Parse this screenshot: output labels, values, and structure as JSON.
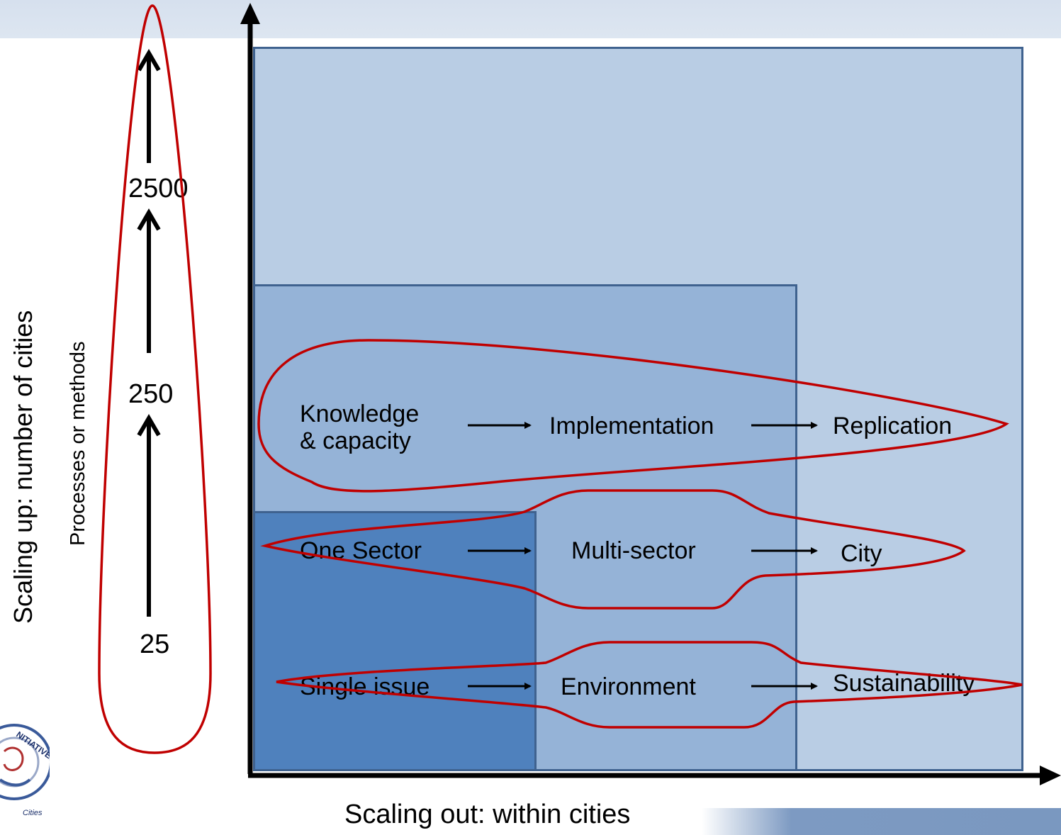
{
  "axes": {
    "y_label": "Scaling up: number of cities",
    "y_sublabel": "Processes or methods",
    "x_label": "Scaling out: within cities"
  },
  "scale_numbers": [
    "25",
    "250",
    "2500"
  ],
  "rows": [
    {
      "items": [
        "Knowledge\n& capacity",
        "Implementation",
        "Replication"
      ]
    },
    {
      "items": [
        "One Sector",
        "Multi-sector",
        "City"
      ]
    },
    {
      "items": [
        "Single issue",
        "Environment",
        "Sustainability"
      ]
    }
  ],
  "colors": {
    "outer_box": "#b9cde4",
    "middle_box": "#95b3d7",
    "inner_box": "#4f81bd",
    "box_border": "#3f628f",
    "ellipse_outline": "#c00000",
    "arrow": "#000000"
  },
  "logo": {
    "text": "INITIATIVE · Cities"
  }
}
